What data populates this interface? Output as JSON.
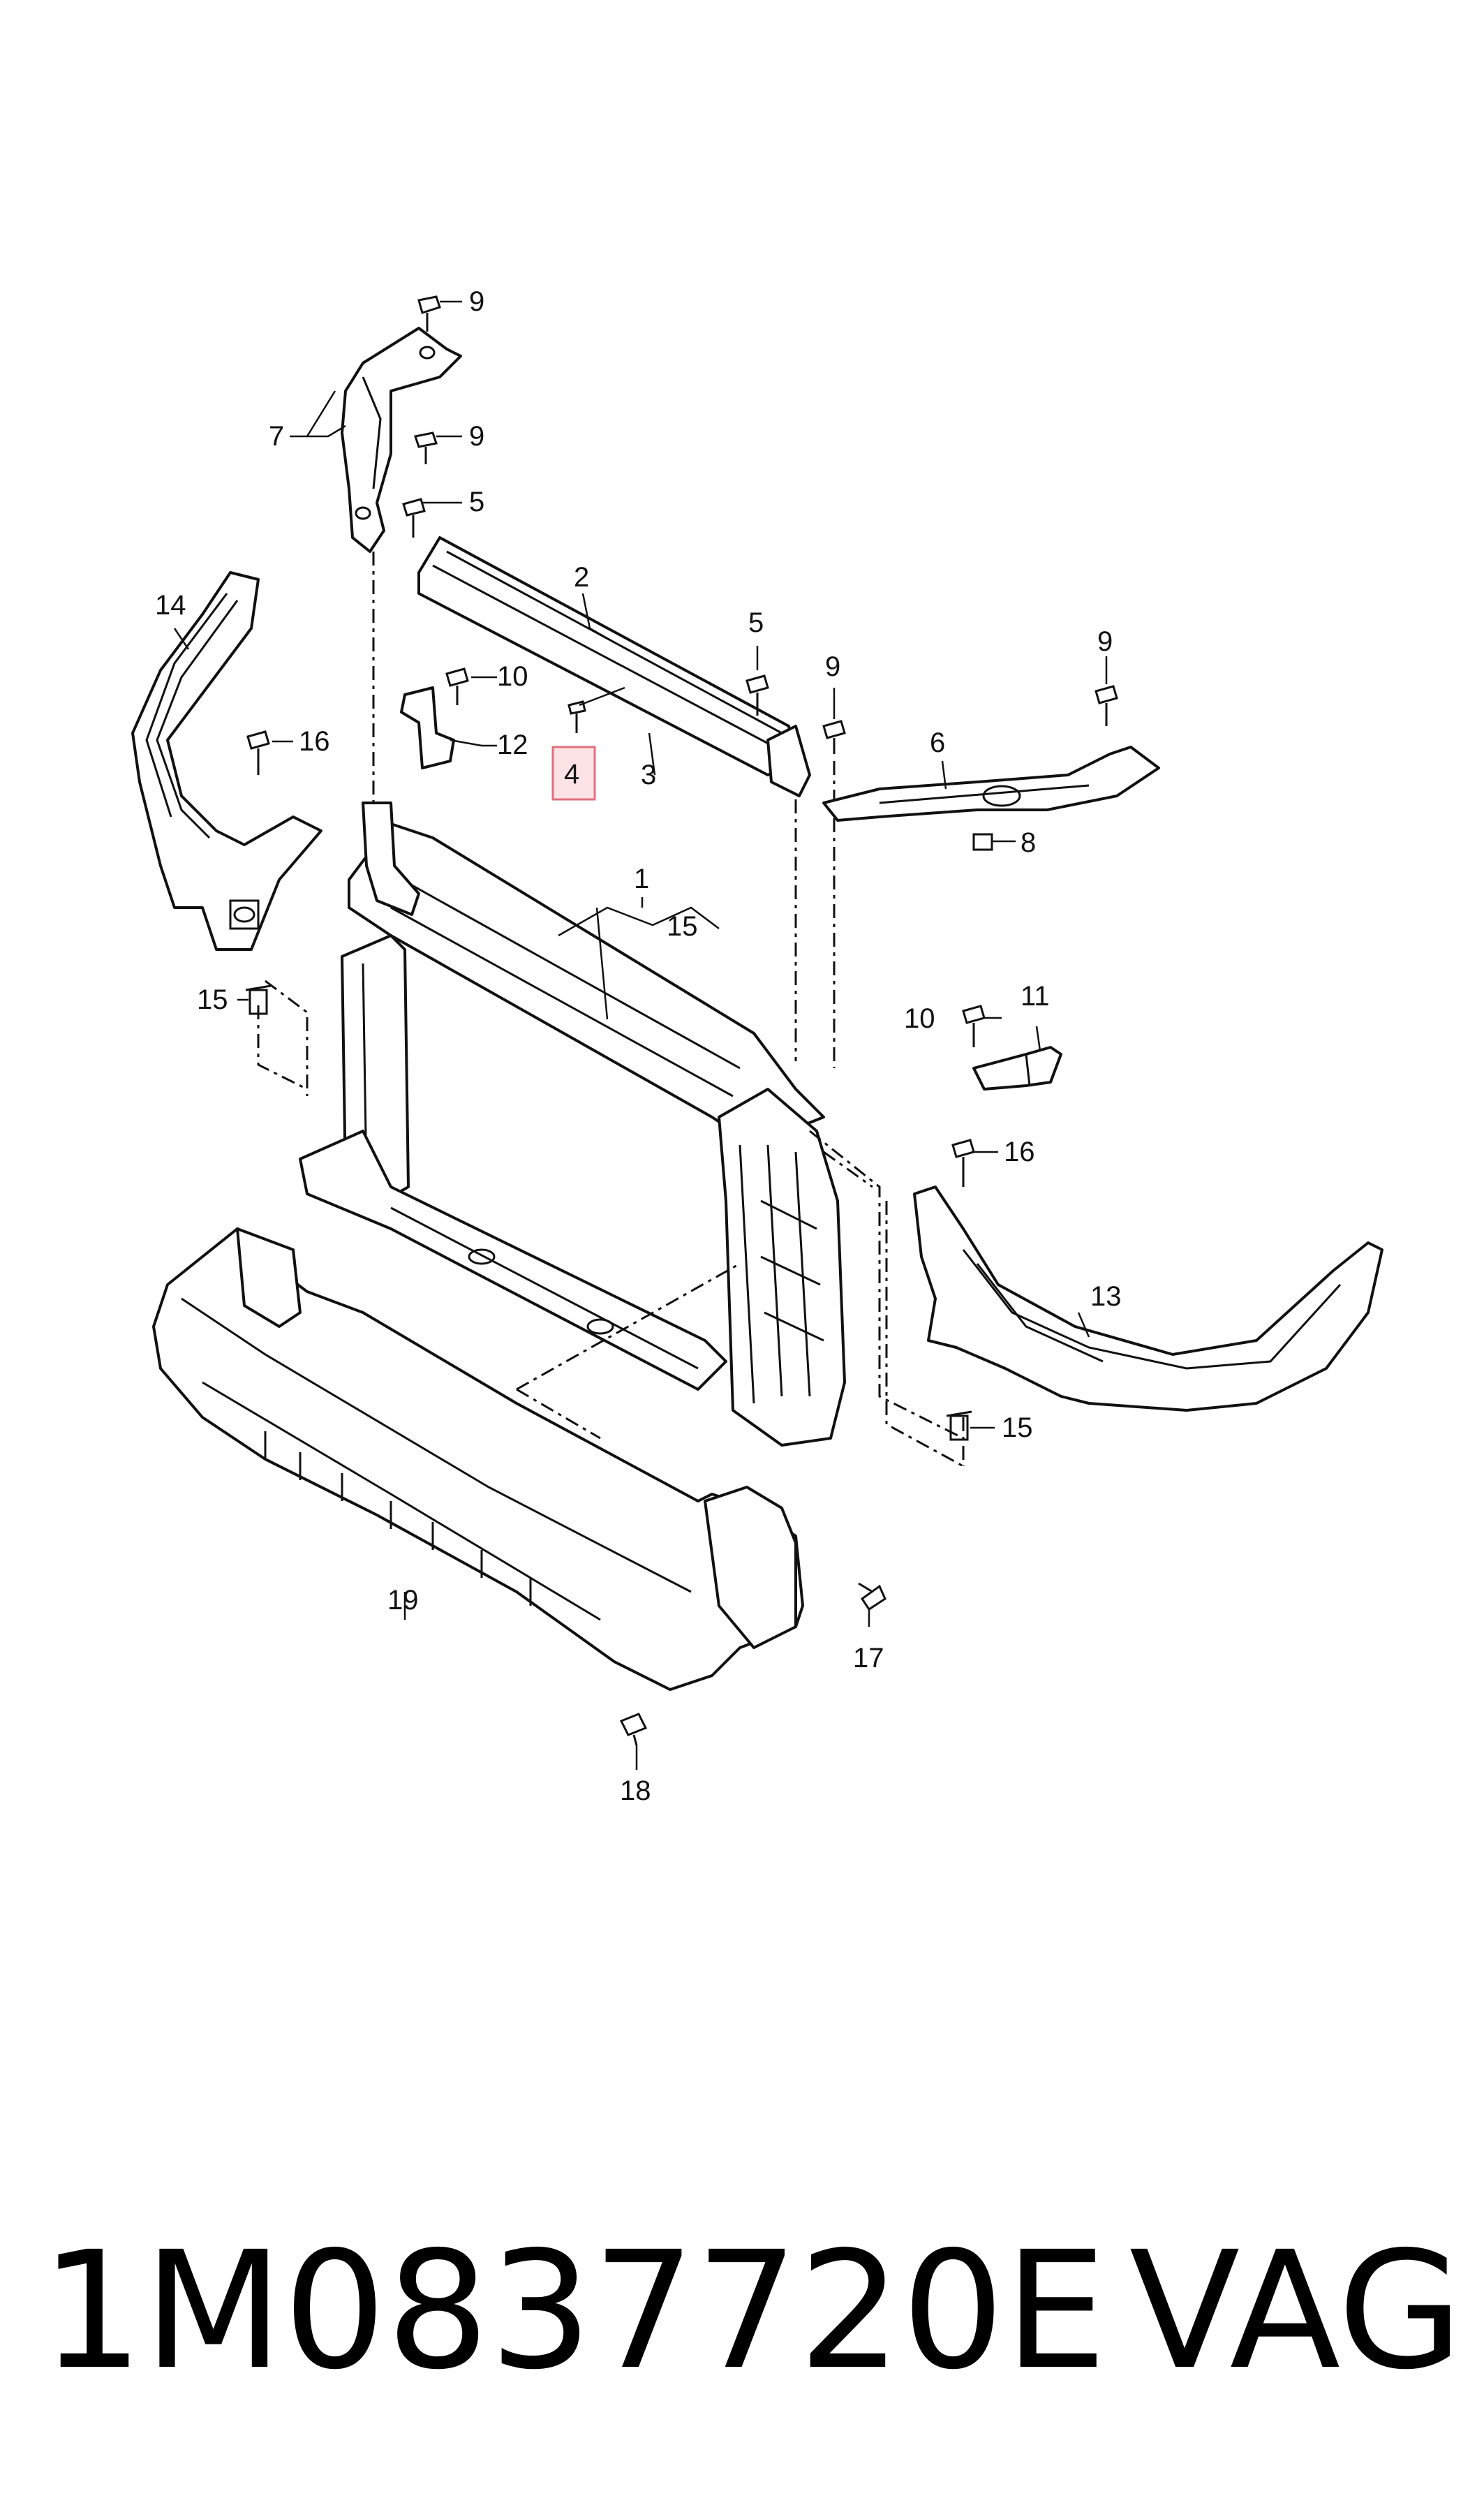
{
  "diagram": {
    "callouts": {
      "c1": "1",
      "c2": "2",
      "c3": "3",
      "c4": "4",
      "c5a": "5",
      "c5b": "5",
      "c6": "6",
      "c7": "7",
      "c8": "8",
      "c9a": "9",
      "c9b": "9",
      "c9c": "9",
      "c9d": "9",
      "c10a": "10",
      "c10b": "10",
      "c11": "11",
      "c12": "12",
      "c13": "13",
      "c14": "14",
      "c15a": "15",
      "c15b": "15",
      "c15c": "15",
      "c16a": "16",
      "c16b": "16",
      "c17": "17",
      "c18": "18",
      "c19": "19"
    },
    "highlighted_callout": "4",
    "highlight_color": "#fde3e6"
  },
  "footer": {
    "part_number": "1M0837720E",
    "brand": "VAG"
  }
}
